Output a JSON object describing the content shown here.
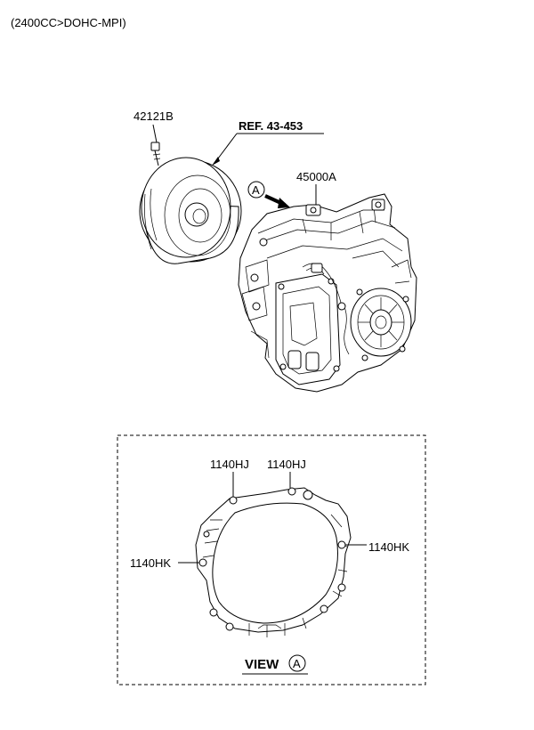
{
  "engine_spec": "(2400CC>DOHC-MPI)",
  "parts": {
    "bolt": "42121B",
    "ref": "REF. 43-453",
    "transaxle": "45000A",
    "view_marker": "A"
  },
  "view_box": {
    "title": "VIEW",
    "marker": "A",
    "labels": {
      "hj_left": "1140HJ",
      "hj_right": "1140HJ",
      "hk_right": "1140HK",
      "hk_left": "1140HK"
    }
  }
}
